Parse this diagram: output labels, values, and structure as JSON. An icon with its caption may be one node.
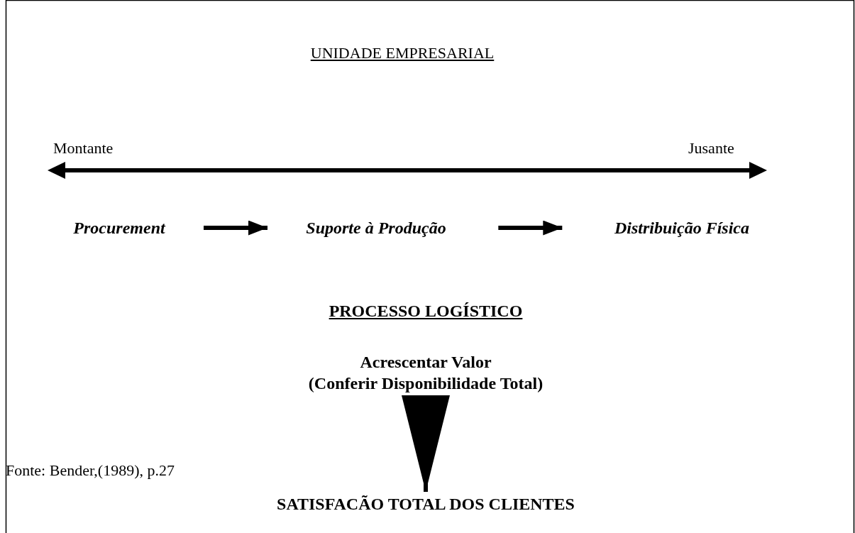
{
  "diagram": {
    "title": "UNIDADE EMPRESARIAL",
    "caption": "Fonte: Bender,(1989), p.27",
    "nodes": [
      {
        "text": [
          "Procurement"
        ]
      },
      {
        "text": [
          "Suporte à Produção"
        ]
      },
      {
        "text": [
          "Distribuição Física"
        ]
      },
      {
        "text": [
          "Acrescentar Valor",
          "(Conferir Disponibilidade Total)"
        ]
      },
      {
        "text": [
          "SATISFACÃO TOTAL DOS CLIENTES"
        ]
      }
    ],
    "edges": [
      {
        "from": 0,
        "to": 1,
        "arrow": "to"
      },
      {
        "from": 1,
        "to": 2,
        "arrow": "to"
      },
      {
        "from": 3,
        "to": 4,
        "arrow": "to"
      }
    ],
    "labels": [
      "Montante",
      "Jusante",
      "PROCESSO LOGÍSTICO"
    ]
  }
}
